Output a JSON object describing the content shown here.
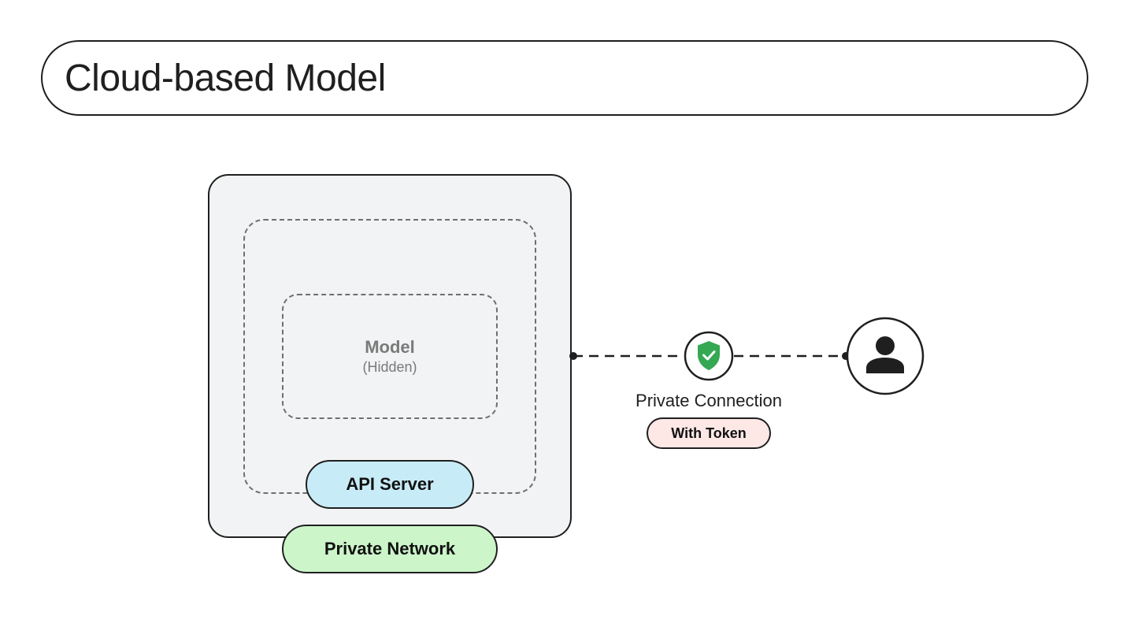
{
  "title": "Cloud-based Model",
  "model": {
    "label": "Model",
    "sublabel": "(Hidden)"
  },
  "api_server": "API Server",
  "private_network": "Private Network",
  "connection": {
    "label": "Private Connection",
    "badge": "With Token"
  },
  "icons": {
    "shield": "shield-check-icon",
    "user": "user-icon"
  },
  "colors": {
    "server_bg": "#f1f3f4",
    "api_server": "#c8ecf7",
    "private_network": "#ccf5c9",
    "token_badge": "#fde8e6",
    "shield": "#34a853",
    "outline": "#1f1f1f"
  }
}
